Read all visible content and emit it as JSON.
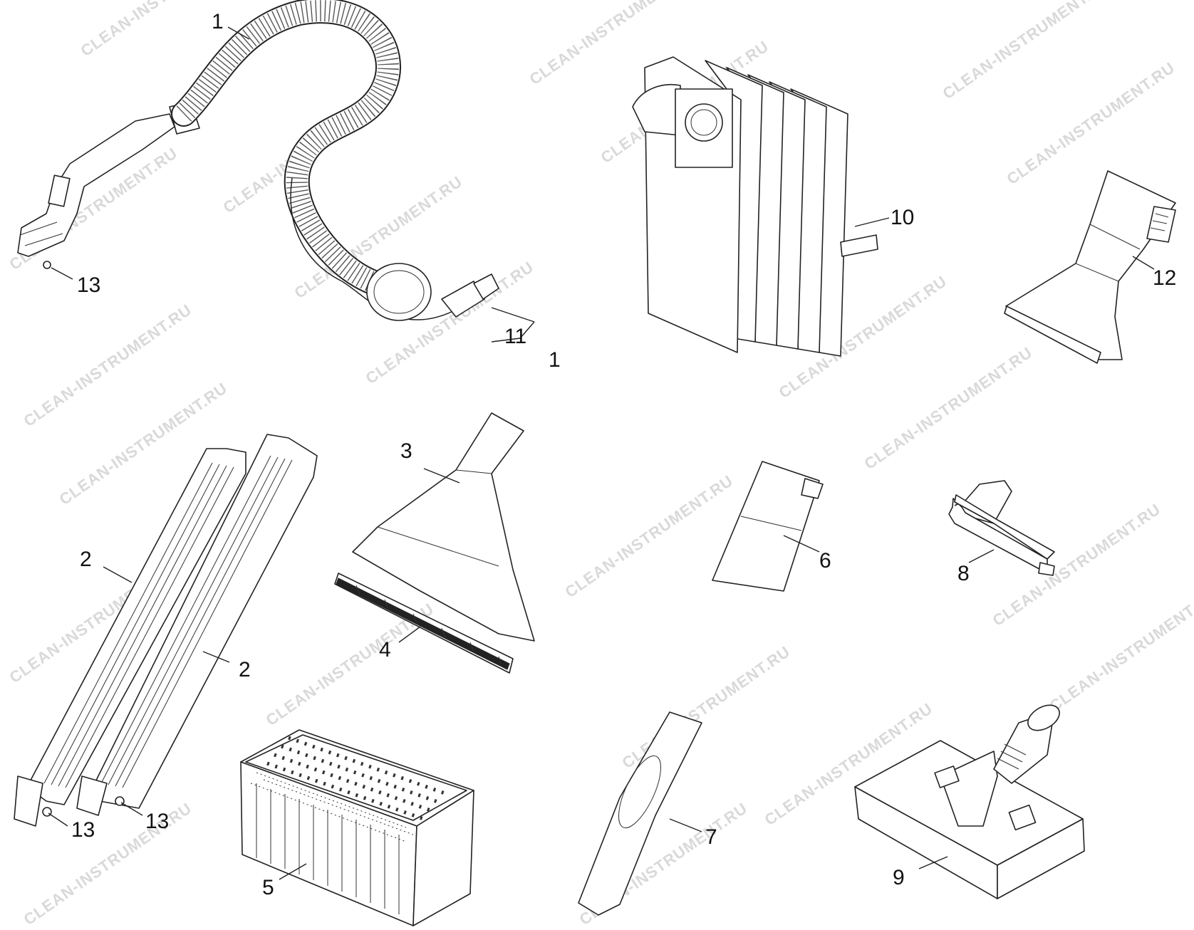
{
  "watermark": "CLEAN-INSTRUMENT.RU",
  "callouts": [
    {
      "id": "c1-top",
      "text": "1"
    },
    {
      "id": "c1-bottom",
      "text": "1"
    },
    {
      "id": "c2-left",
      "text": "2"
    },
    {
      "id": "c2-right",
      "text": "2"
    },
    {
      "id": "c3",
      "text": "3"
    },
    {
      "id": "c4",
      "text": "4"
    },
    {
      "id": "c5",
      "text": "5"
    },
    {
      "id": "c6",
      "text": "6"
    },
    {
      "id": "c7",
      "text": "7"
    },
    {
      "id": "c8",
      "text": "8"
    },
    {
      "id": "c9",
      "text": "9"
    },
    {
      "id": "c10",
      "text": "10"
    },
    {
      "id": "c11",
      "text": "11"
    },
    {
      "id": "c12",
      "text": "12"
    },
    {
      "id": "c13-top",
      "text": "13"
    },
    {
      "id": "c13-left",
      "text": "13"
    },
    {
      "id": "c13-right",
      "text": "13"
    }
  ]
}
